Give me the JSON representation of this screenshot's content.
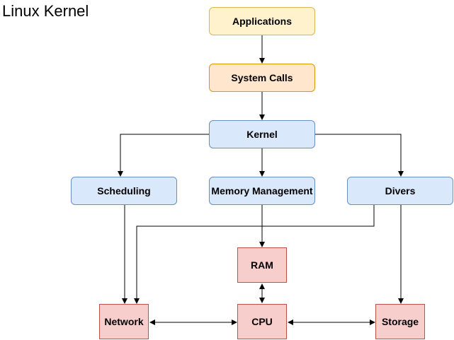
{
  "title": "Linux Kernel",
  "nodes": {
    "applications": "Applications",
    "system_calls": "System Calls",
    "kernel": "Kernel",
    "scheduling": "Scheduling",
    "memory_management": "Memory Management",
    "divers": "Divers",
    "ram": "RAM",
    "network": "Network",
    "cpu": "CPU",
    "storage": "Storage"
  },
  "colors": {
    "yellow_fill": "#fff2cc",
    "yellow_stroke": "#d6b656",
    "orange_fill": "#ffe6cc",
    "orange_stroke": "#d79b00",
    "blue_fill": "#dae8fc",
    "blue_stroke": "#6c8ebf",
    "red_fill": "#f8cecc",
    "red_stroke": "#b85450"
  }
}
